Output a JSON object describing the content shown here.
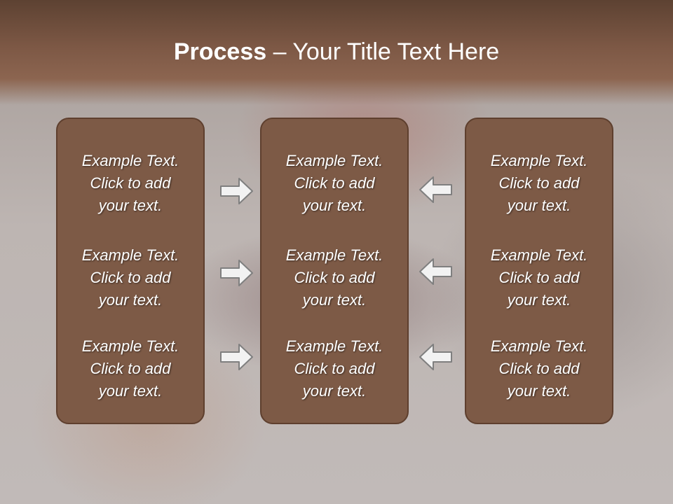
{
  "title": {
    "bold": "Process",
    "rest": " – Your Title Text Here"
  },
  "panels": {
    "left": [
      {
        "line1": "Example Text.",
        "line2": "Click  to add",
        "line3": "your text."
      },
      {
        "line1": "Example Text.",
        "line2": "Click  to add",
        "line3": "your text."
      },
      {
        "line1": "Example Text.",
        "line2": "Click  to add",
        "line3": "your text."
      }
    ],
    "center": [
      {
        "line1": "Example Text.",
        "line2": "Click  to add",
        "line3": "your text."
      },
      {
        "line1": "Example Text.",
        "line2": "Click  to add",
        "line3": "your text."
      },
      {
        "line1": "Example Text.",
        "line2": "Click  to add",
        "line3": "your text."
      }
    ],
    "right": [
      {
        "line1": "Example Text.",
        "line2": "Click  to add",
        "line3": "your text."
      },
      {
        "line1": "Example Text.",
        "line2": "Click  to add",
        "line3": "your text."
      },
      {
        "line1": "Example Text.",
        "line2": "Click  to add",
        "line3": "your text."
      }
    ]
  },
  "colors": {
    "panel_fill": "#7d5a46",
    "panel_border": "#5e3f2e",
    "header": "#7d5845",
    "arrow_fill": "#f2f2f2",
    "arrow_stroke": "#7f7f7f"
  },
  "icons": {
    "right_arrow": "arrow-right-icon",
    "left_arrow": "arrow-left-icon"
  }
}
